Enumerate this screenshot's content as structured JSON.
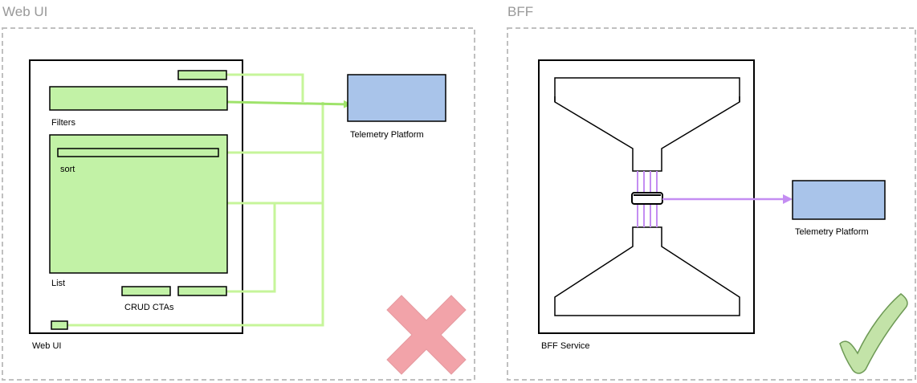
{
  "panels": {
    "web_ui": {
      "title": "Web UI",
      "filters_label": "Filters",
      "sort_label": "sort",
      "list_label": "List",
      "crud_label": "CRUD CTAs",
      "container_label": "Web UI",
      "telemetry_label": "Telemetry Platform",
      "verdict_icon": "red-cross"
    },
    "bff": {
      "title": "BFF",
      "service_label": "BFF Service",
      "telemetry_label": "Telemetry Platform",
      "verdict_icon": "green-checkmark"
    }
  },
  "colors": {
    "component_fill": "#c2f2a6",
    "connector_green": "#c6f59a",
    "telemetry_fill": "#a9c4ea",
    "bff_connector": "#c48df2",
    "cross": "#f2a3a9",
    "check_fill": "#c3e3a8",
    "check_stroke": "#6e9a56",
    "dashed_border": "#c0c0c0"
  }
}
